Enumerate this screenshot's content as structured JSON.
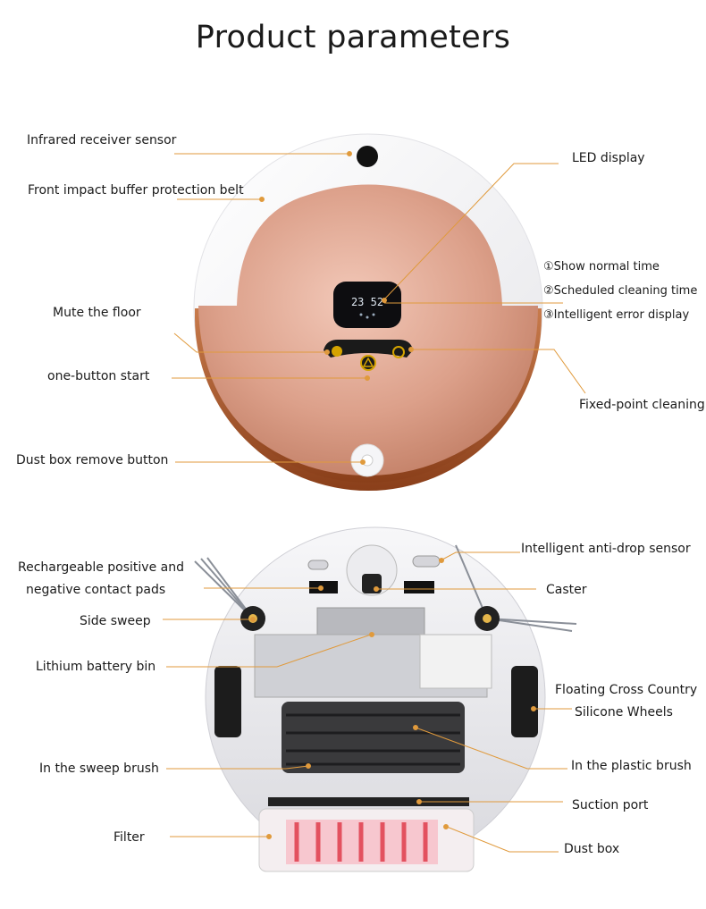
{
  "title": "Product parameters",
  "colors": {
    "leader_line": "#e09a3c",
    "rose_gold": "#d99a86",
    "copper_rim": "#b45f2c",
    "shell_white": "#f3f3f5"
  },
  "top_view": {
    "display_time": "23 52",
    "labels": {
      "infrared": "Infrared receiver sensor",
      "front_buffer": "Front impact buffer protection belt",
      "mute_floor": "Mute the floor",
      "one_button": "one-button start",
      "dust_remove": "Dust box remove button",
      "led": "LED display",
      "led_1": "①Show normal time",
      "led_2": "②Scheduled cleaning time",
      "led_3": "③Intelligent error display",
      "fixed_point": "Fixed-point cleaning"
    }
  },
  "bottom_view": {
    "labels": {
      "contact_pads_1": "Rechargeable positive and",
      "contact_pads_2": "negative contact pads",
      "side_sweep": "Side sweep",
      "battery": "Lithium battery bin",
      "sweep_brush": "In the sweep brush",
      "filter": "Filter",
      "anti_drop": "Intelligent anti-drop sensor",
      "caster": "Caster",
      "wheels_1": "Floating Cross Country",
      "wheels_2": "Silicone Wheels",
      "plastic_brush": "In the plastic brush",
      "suction": "Suction port",
      "dust_box": "Dust box"
    }
  }
}
